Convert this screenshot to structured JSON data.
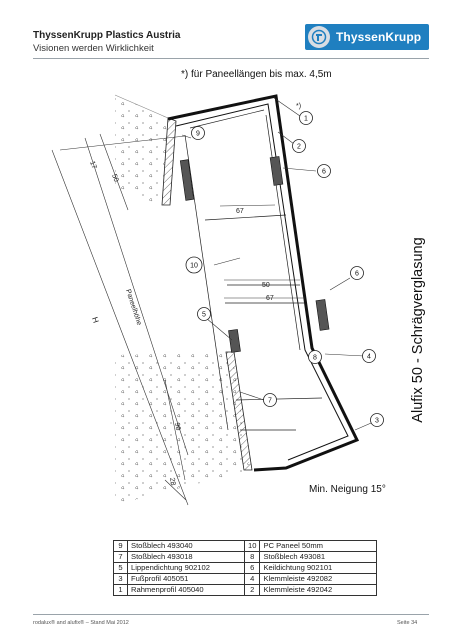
{
  "header": {
    "company": "ThyssenKrupp Plastics Austria",
    "slogan": "Visionen werden Wirklichkeit",
    "logo_text": "ThyssenKrupp"
  },
  "drawing": {
    "note": "*) für Paneellängen bis max. 4,5m",
    "star": "*)",
    "min_neigung": "Min. Neigung  15°",
    "title": "Alufix 50  -  Schrägverglasung",
    "dims": {
      "d17": "17",
      "d50_upper": "50",
      "d67_top": "67",
      "d50_mid": "50",
      "d67_mid": "67",
      "d90": "90",
      "d28": "28",
      "paneelhoehe": "Paneelhöhe",
      "H": "H"
    },
    "callouts": [
      "1",
      "2",
      "3",
      "4",
      "5",
      "6",
      "6",
      "7",
      "8",
      "9",
      "10"
    ]
  },
  "parts_table": [
    [
      "9",
      "Stoßblech 493040",
      "10",
      "PC Paneel 50mm"
    ],
    [
      "7",
      "Stoßblech 493018",
      "8",
      "Stoßblech 493081"
    ],
    [
      "5",
      "Lippendichtung 902102",
      "6",
      "Keildichtung 902101"
    ],
    [
      "3",
      "Fußprofil 405051",
      "4",
      "Klemmleiste 492082"
    ],
    [
      "1",
      "Rahmenprofil 405040",
      "2",
      "Klemmleiste 492042"
    ]
  ],
  "footer": {
    "left": "rodalux® and alufix® – Stand Mai 2012",
    "right": "Seite 34"
  }
}
